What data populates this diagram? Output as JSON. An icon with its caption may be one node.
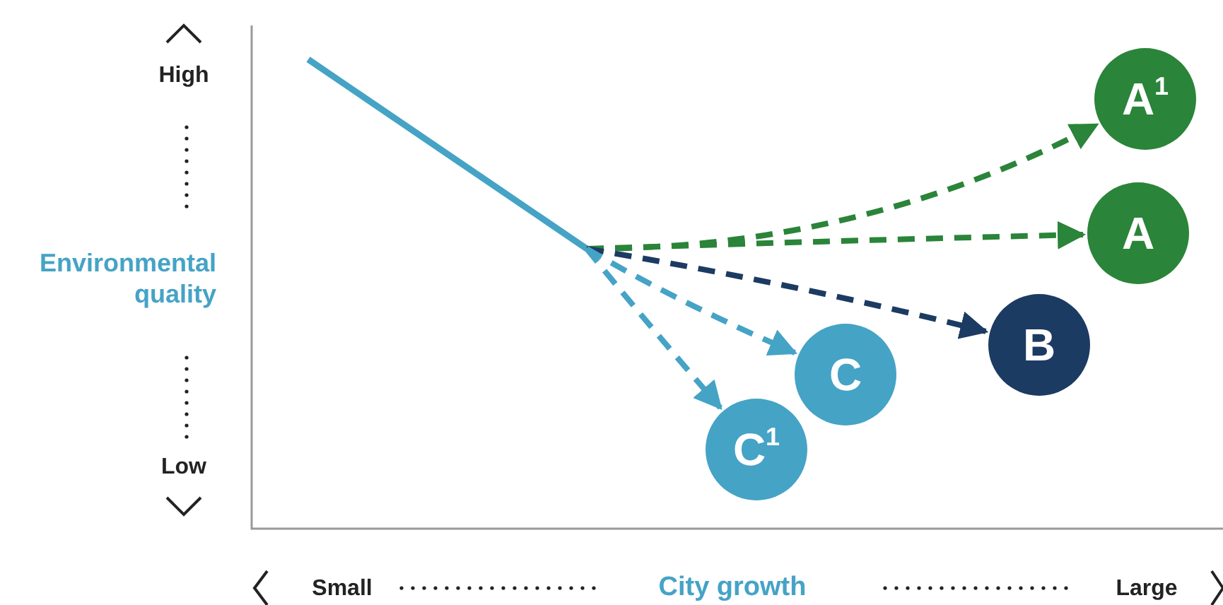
{
  "diagram": {
    "nodes": [
      {
        "text": [
          "A$^{1}$"
        ]
      },
      {
        "text": [
          "A"
        ]
      },
      {
        "text": [
          "B"
        ]
      },
      {
        "text": [
          "C"
        ]
      },
      {
        "text": [
          "C$^{1}$"
        ]
      }
    ],
    "edges": [
      {
        "from": null,
        "to": 0,
        "arrow": "to",
        "style": "dashed",
        "color": "#2a8439"
      },
      {
        "from": null,
        "to": 1,
        "arrow": "to",
        "style": "dashed",
        "color": "#2a8439"
      },
      {
        "from": null,
        "to": 2,
        "arrow": "to",
        "style": "dashed",
        "color": "#1c3b63"
      },
      {
        "from": null,
        "to": 3,
        "arrow": "to",
        "style": "dashed",
        "color": "#45a3c6"
      },
      {
        "from": null,
        "to": 4,
        "arrow": "to",
        "style": "dashed",
        "color": "#45a3c6"
      }
    ],
    "labels": [
      "High",
      "Environmental quality",
      "Low",
      "Small",
      "City growth",
      "Large"
    ]
  }
}
